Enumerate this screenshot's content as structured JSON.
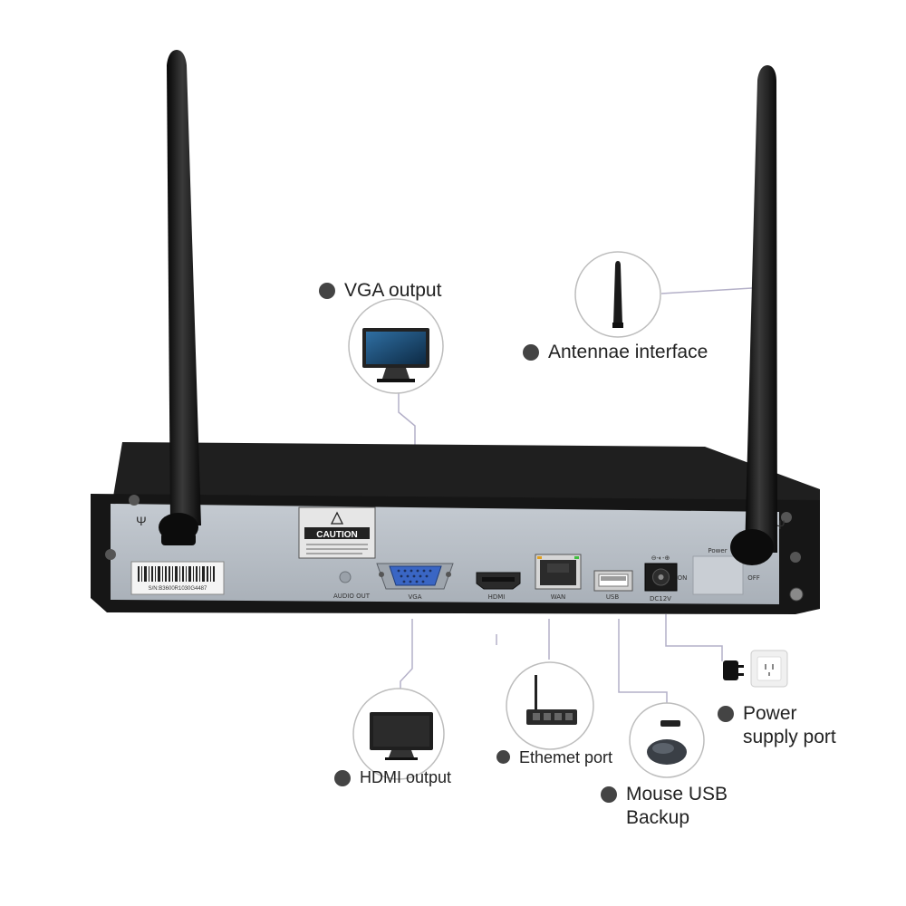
{
  "callouts": {
    "vga": "VGA output",
    "antenna": "Antennae interface",
    "hdmi": "HDMI output",
    "ethernet": "Ethemet port",
    "mouse_line1": "Mouse USB",
    "mouse_line2": "Backup",
    "power_line1": "Power",
    "power_line2": "supply port"
  },
  "device": {
    "caution": "CAUTION",
    "serial": "S/N:B3600R1030G4487",
    "audio_out": "AUDIO OUT",
    "vga": "VGA",
    "hdmi": "HDMI",
    "wan": "WAN",
    "usb": "USB",
    "dc": "DC12V",
    "power": "Power",
    "on": "ON",
    "off": "OFF"
  },
  "colors": {
    "panel": "#b7bdc4",
    "housing": "#1a1a1a",
    "antenna": "#151515",
    "vga_port": "#3a66c4",
    "leader_line": "#b4b0c8"
  },
  "icons": [
    "monitor-icon",
    "antenna-icon",
    "router-icon",
    "mouse-icon",
    "power-adapter-icon",
    "wall-outlet-icon"
  ]
}
